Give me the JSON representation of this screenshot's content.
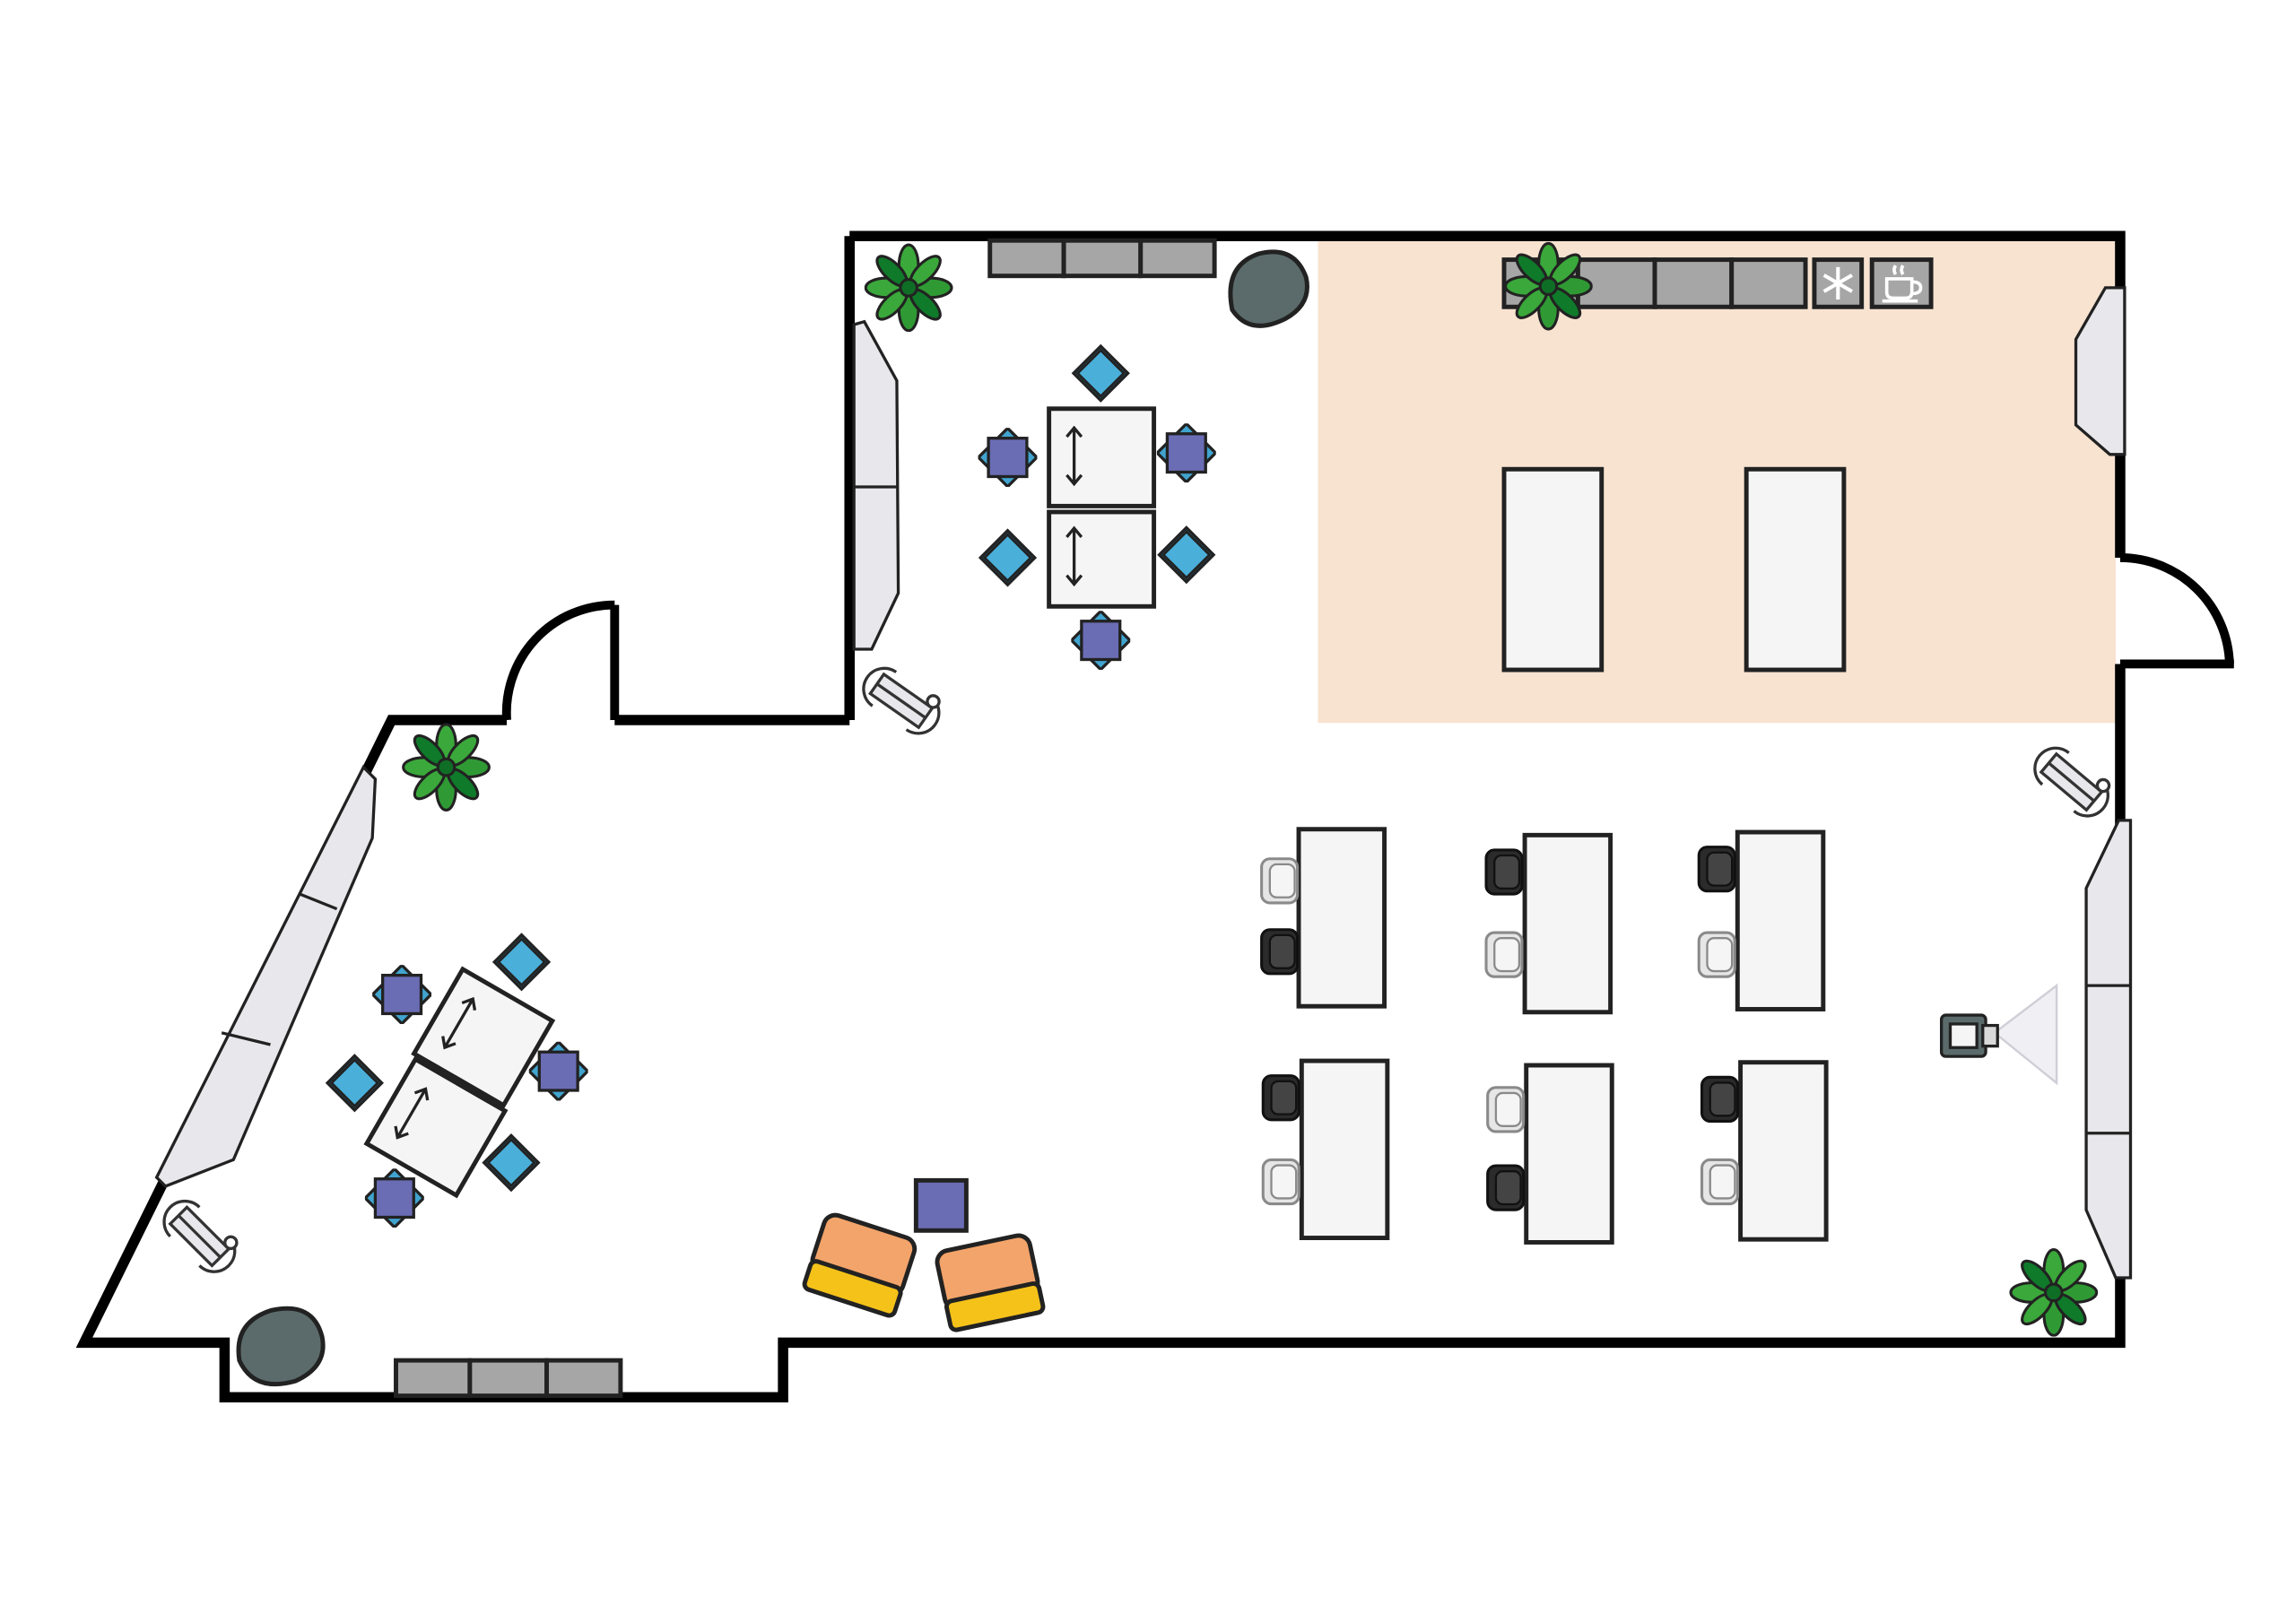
{
  "plan": {
    "colors": {
      "wall": "#000000",
      "kitchen_floor": "#f8e3d0",
      "storage": "#a6a6a6",
      "seat_blue": "#4aafd9",
      "seat_purple": "#6a6cb4",
      "plant_green": "#3aa83a",
      "beanbag": "#5b6b6b",
      "lounge_orange": "#f3a46a",
      "lounge_yellow": "#f5c21a",
      "table": "#f5f5f5",
      "chair_dark": "#2b2b2b",
      "chair_light": "#e6e6e6",
      "whiteboard": "#e8e8ec"
    },
    "icons": {
      "fridge": "snowflake-icon",
      "coffee": "coffee-cup-icon",
      "table_adjust": "double-arrow-icon",
      "projector": "projector-icon"
    },
    "zones": [
      "kitchen",
      "workshop-tables",
      "desk-rows",
      "lounge"
    ]
  }
}
